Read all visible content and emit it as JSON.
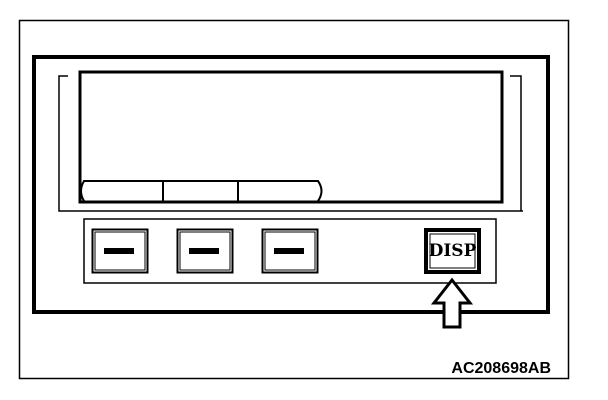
{
  "buttons": [
    {
      "id": "button-1",
      "label": "—"
    },
    {
      "id": "button-2",
      "label": "—"
    },
    {
      "id": "button-3",
      "label": "—"
    },
    {
      "id": "disp-button",
      "label": "DISP"
    }
  ],
  "figure_id": "AC208698AB",
  "colors": {
    "ink": "#000000",
    "paper": "#ffffff"
  }
}
